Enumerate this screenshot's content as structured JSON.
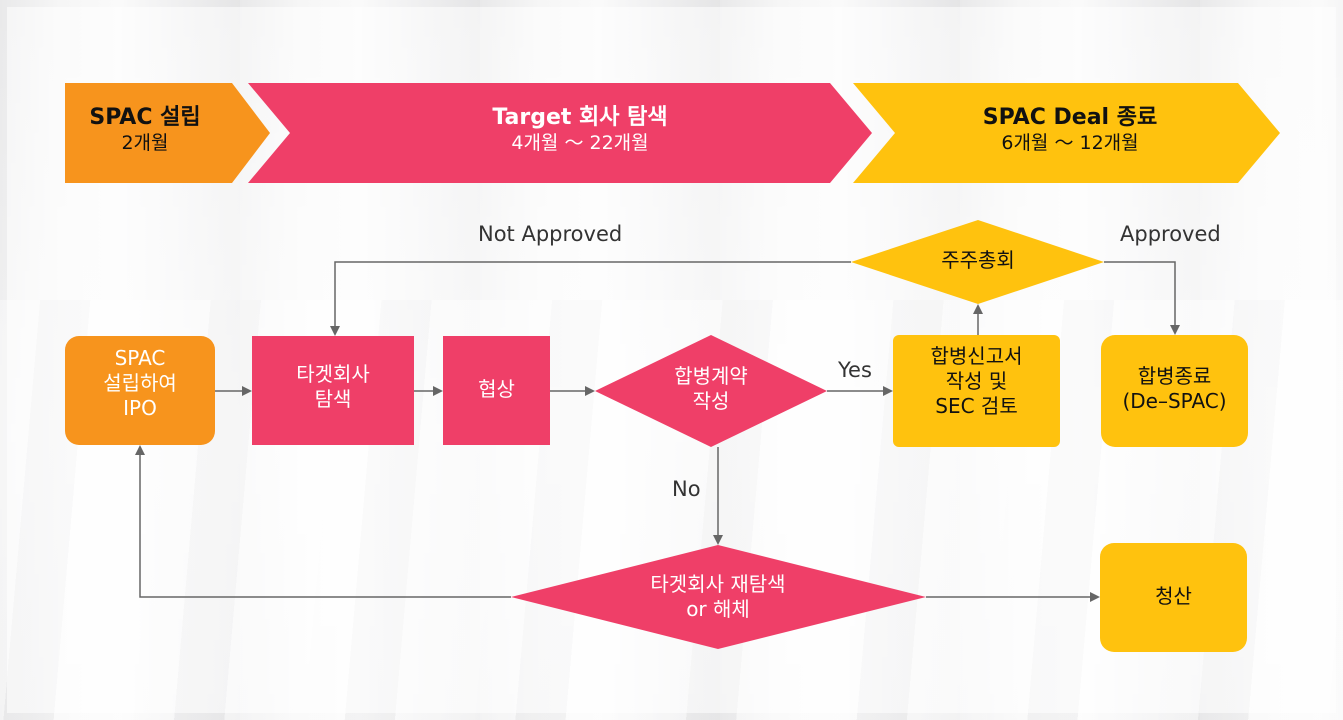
{
  "colors": {
    "orange": "#f7941d",
    "pink": "#ef3f68",
    "yellow": "#ffc20e",
    "arrow": "#666666"
  },
  "phases": [
    {
      "title": "SPAC 설립",
      "duration": "2개월"
    },
    {
      "title": "Target 회사 탐색",
      "duration": "4개월 ～ 22개월"
    },
    {
      "title": "SPAC Deal 종료",
      "duration": "6개월 ～ 12개월"
    }
  ],
  "nodes": {
    "ipo": {
      "line1": "SPAC",
      "line2": "설립하여",
      "line3": "IPO"
    },
    "target_search": {
      "line1": "타겟회사",
      "line2": "탐색"
    },
    "negotiation": {
      "line1": "협상"
    },
    "merger_contract": {
      "line1": "합병계약",
      "line2": "작성"
    },
    "filing": {
      "line1": "합병신고서",
      "line2": "작성 및",
      "line3": "SEC 검토"
    },
    "shareholders": {
      "line1": "주주총회"
    },
    "merger_complete": {
      "line1": "합병종료",
      "line2": "(De–SPAC)"
    },
    "research": {
      "line1": "타겟회사 재탐색",
      "line2": "or 해체"
    },
    "liquidation": {
      "line1": "청산"
    }
  },
  "edge_labels": {
    "not_approved": "Not Approved",
    "approved": "Approved",
    "yes": "Yes",
    "no": "No"
  }
}
